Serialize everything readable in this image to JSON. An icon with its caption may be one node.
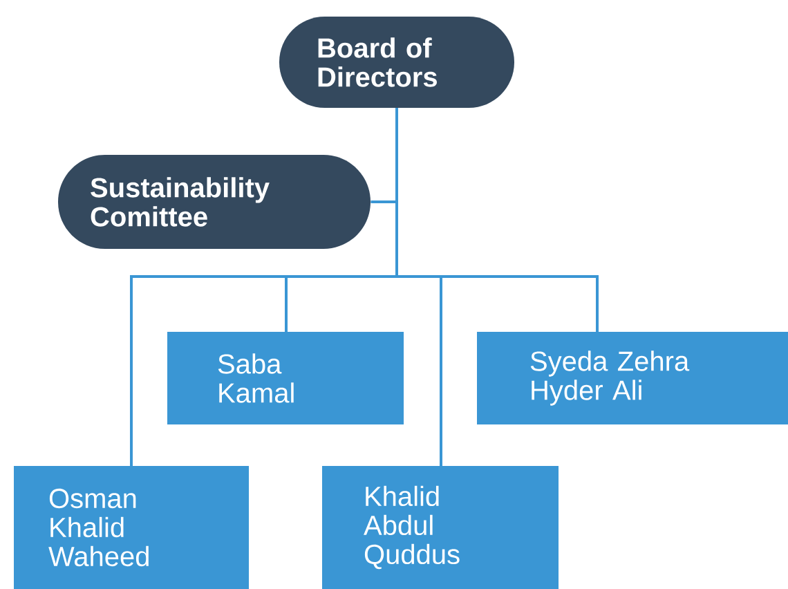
{
  "diagram": {
    "nodes": [
      {
        "text": [
          "Board of Directors"
        ]
      },
      {
        "text": [
          "Sustainability Comittee"
        ]
      },
      {
        "text": [
          "Saba Kamal"
        ]
      },
      {
        "text": [
          "Syeda Zehra Hyder Ali"
        ]
      },
      {
        "text": [
          "Osman Khalid Waheed"
        ]
      },
      {
        "text": [
          "Khalid Abdul Quddus"
        ]
      }
    ],
    "edges": [
      {
        "from": 0,
        "to": 1,
        "arrow": "none"
      },
      {
        "from": 0,
        "to": 4,
        "arrow": "none"
      },
      {
        "from": 0,
        "to": 2,
        "arrow": "none"
      },
      {
        "from": 0,
        "to": 5,
        "arrow": "none"
      },
      {
        "from": 0,
        "to": 3,
        "arrow": "none"
      }
    ]
  }
}
